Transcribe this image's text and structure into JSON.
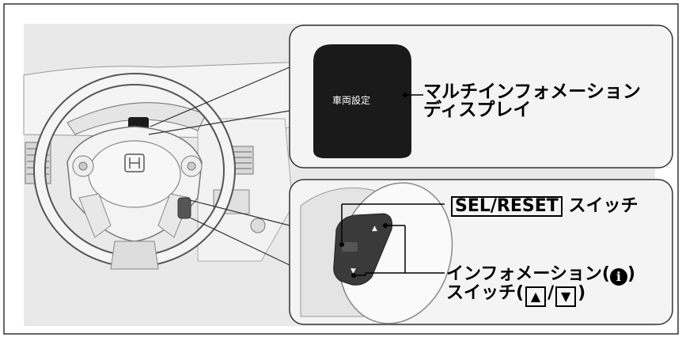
{
  "screen": {
    "text": "車両設定"
  },
  "labels": {
    "mid_line1": "マルチインフォメーション",
    "mid_line2": "ディスプレイ",
    "sel_reset_box": "SEL/RESET",
    "sel_reset_suffix": " スイッチ",
    "info_line1_prefix": "インフォメーション(",
    "info_icon": "i",
    "info_line1_suffix": ")",
    "info_line2_prefix": "スイッチ(",
    "up_arrow": "▲",
    "slash": "/",
    "down_arrow": "▼",
    "info_line2_suffix": ")"
  },
  "colors": {
    "panel_border": "#333333",
    "background_gray": "#e8e8e8",
    "screen_black": "#1a1a1a"
  }
}
